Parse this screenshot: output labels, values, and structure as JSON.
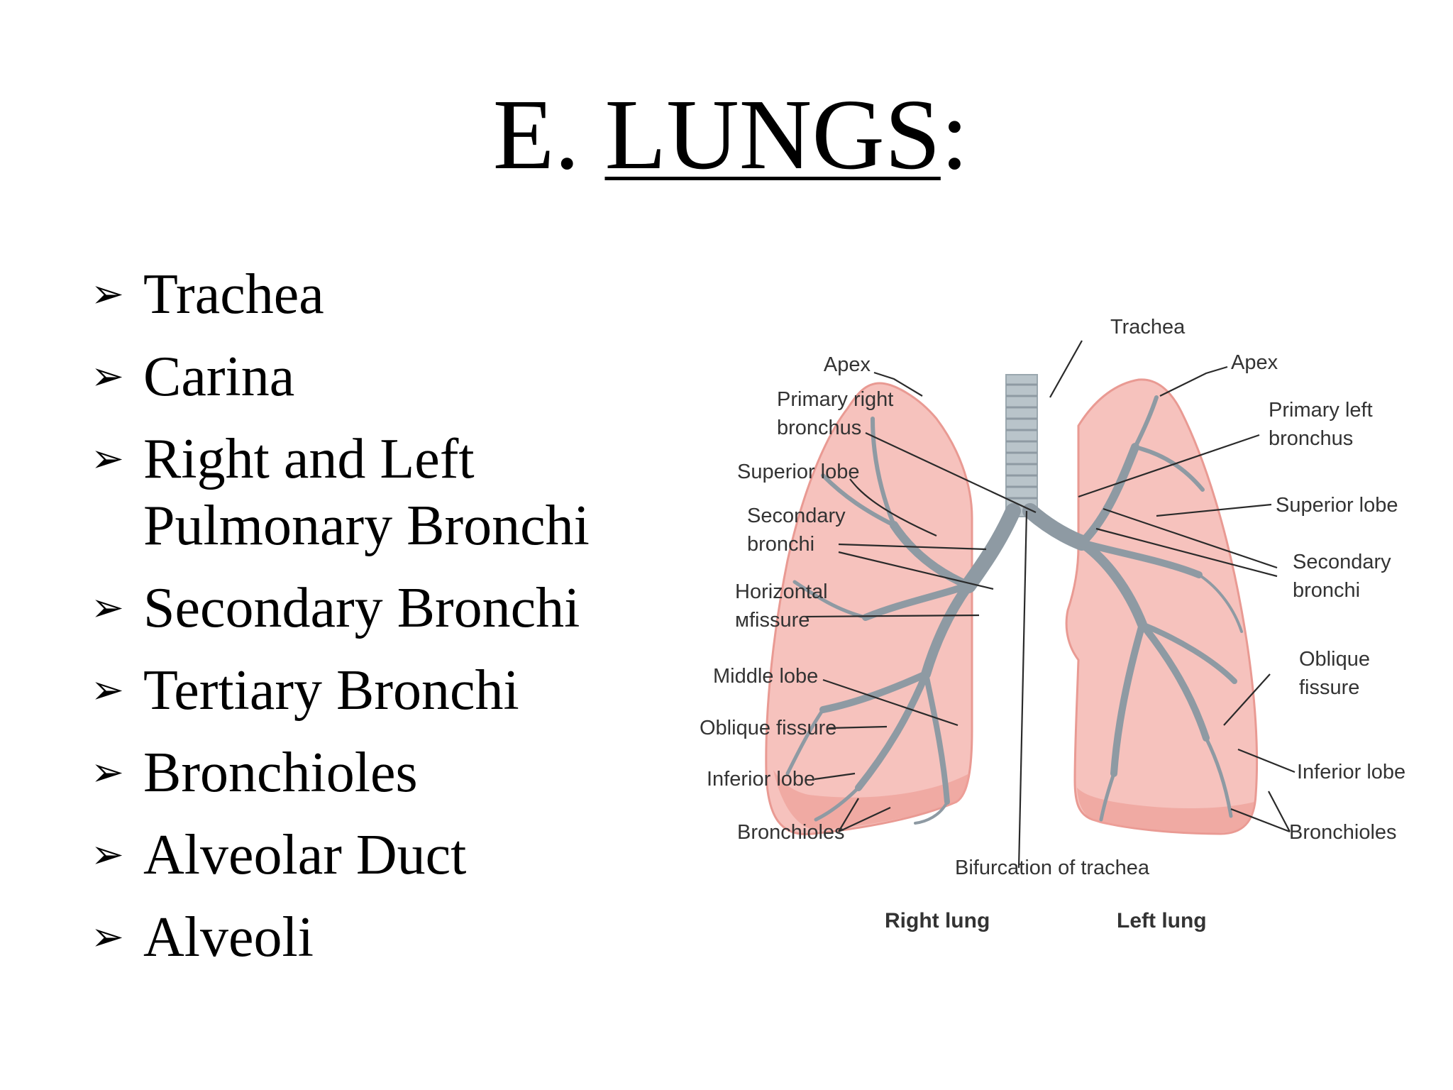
{
  "slide": {
    "title_prefix": "E. ",
    "title_main": "LUNGS",
    "title_suffix": ":"
  },
  "bullets": [
    {
      "arrow": "➢",
      "text": "Trachea"
    },
    {
      "arrow": "➢",
      "text": "Carina"
    },
    {
      "arrow": "➢",
      "text": " Right and Left Pulmonary Bronchi"
    },
    {
      "arrow": "➢",
      "text": " Secondary Bronchi"
    },
    {
      "arrow": "➢",
      "text": "Tertiary Bronchi"
    },
    {
      "arrow": "➢",
      "text": " Bronchioles"
    },
    {
      "arrow": "➢",
      "text": "Alveolar Duct"
    },
    {
      "arrow": "➢",
      "text": "Alveoli"
    }
  ],
  "diagram": {
    "labels": {
      "trachea": "Trachea",
      "apex_right": "Apex",
      "apex_left": "Apex",
      "primary_right_1": "Primary right",
      "primary_right_2": "bronchus",
      "primary_left_1": "Primary left",
      "primary_left_2": "bronchus",
      "superior_lobe_right": "Superior lobe",
      "superior_lobe_left": "Superior lobe",
      "secondary_right_1": "Secondary",
      "secondary_right_2": "bronchi",
      "secondary_left_1": "Secondary",
      "secondary_left_2": "bronchi",
      "horizontal_1": "Horizontal",
      "horizontal_2": "мfissure",
      "middle_lobe": "Middle lobe",
      "oblique_right": "Oblique fissure",
      "oblique_left_1": "Oblique",
      "oblique_left_2": "fissure",
      "inferior_right": "Inferior lobe",
      "inferior_left": "Inferior lobe",
      "bronchioles_right": "Bronchioles",
      "bronchioles_left": "Bronchioles",
      "bifurcation": "Bifurcation of trachea",
      "right_lung": "Right lung",
      "left_lung": "Left lung"
    },
    "colors": {
      "lung_fill": "#f6c2bd",
      "lung_edge": "#e99a93",
      "bronchi": "#8e9aa3",
      "trachea": "#b9c4ca"
    }
  }
}
